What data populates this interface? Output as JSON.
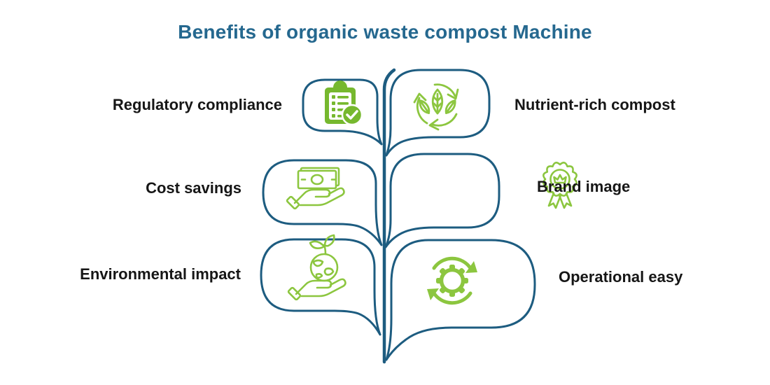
{
  "title": "Benefits of organic waste compost Machine",
  "colors": {
    "title-color": "#25688f",
    "outline-color": "#1d5c80",
    "accent-green": "#76b82e",
    "icon-green": "#8cc63f",
    "label-color": "#161616",
    "background": "#ffffff"
  },
  "benefits": [
    {
      "label": "Regulatory compliance",
      "side": "left",
      "icon": "checklist-icon"
    },
    {
      "label": "Nutrient-rich compost",
      "side": "right",
      "icon": "leaves-recycle-icon"
    },
    {
      "label": "Cost savings",
      "side": "left",
      "icon": "money-hand-icon"
    },
    {
      "label": "Brand image",
      "side": "right",
      "icon": "award-badge-icon"
    },
    {
      "label": "Environmental impact",
      "side": "left",
      "icon": "earth-hand-icon"
    },
    {
      "label": "Operational easy",
      "side": "right",
      "icon": "gear-sync-icon"
    }
  ]
}
